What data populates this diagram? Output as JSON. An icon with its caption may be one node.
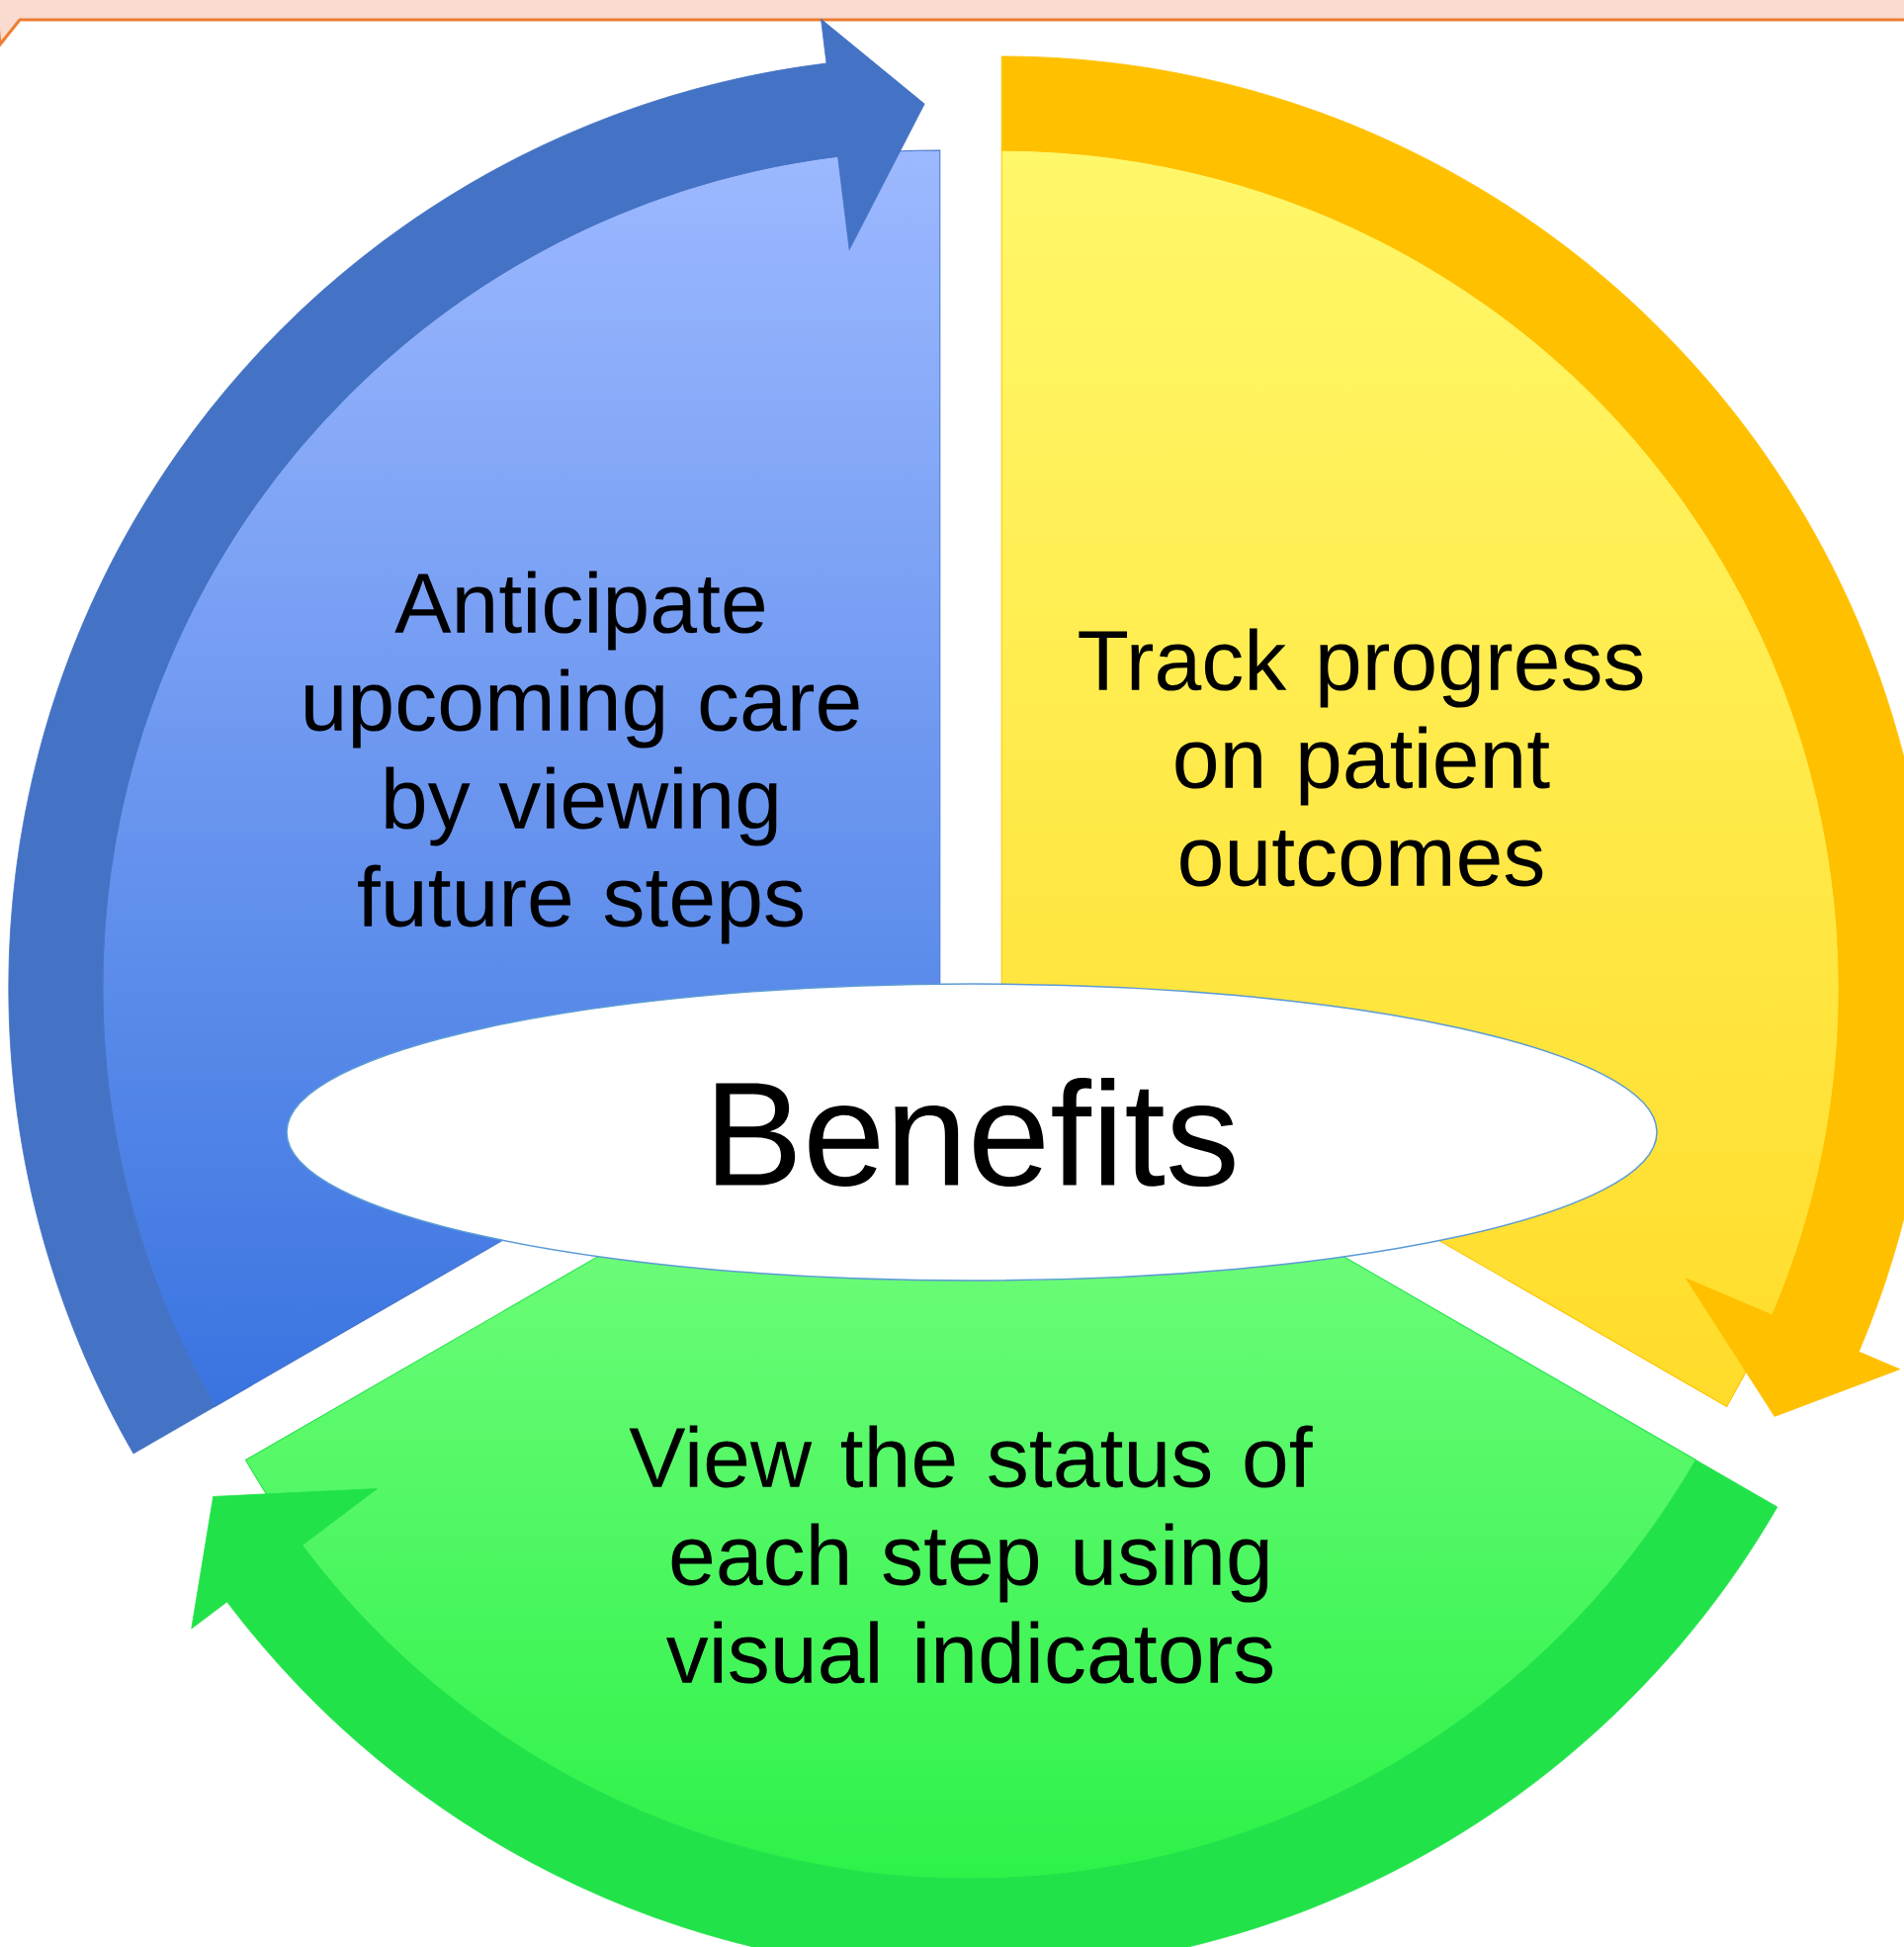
{
  "diagram": {
    "nodes": [
      {
        "text": [
          "Anticipate upcoming care by viewing future steps"
        ]
      },
      {
        "text": [
          "Track progress on patient outcomes"
        ]
      },
      {
        "text": [
          "Benefits"
        ]
      },
      {
        "text": [
          "View the status of each step using visual indicators"
        ]
      }
    ]
  }
}
